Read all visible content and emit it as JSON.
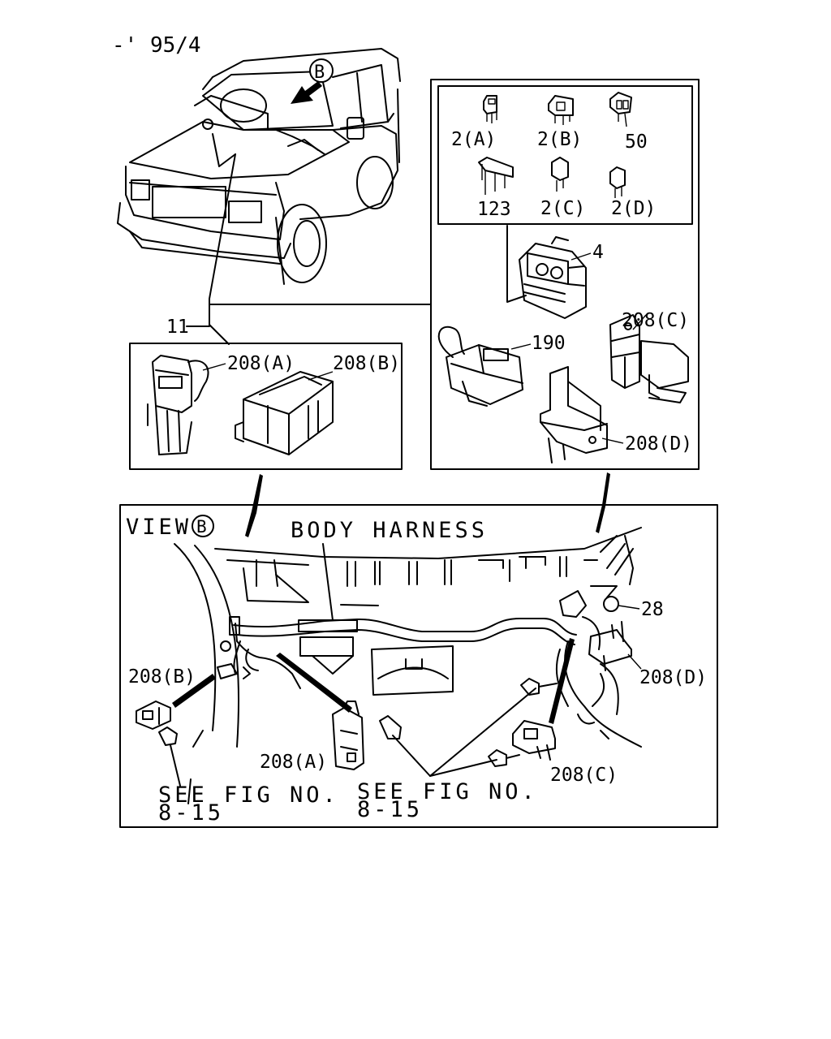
{
  "header_code": "-' 95/4",
  "callout_B": "B",
  "view_label": "VIEW",
  "body_harness": "BODY HARNESS",
  "see_fig_line1": "SEE FIG NO.",
  "see_fig_line2": "8-15",
  "parts": {
    "p11": "11",
    "p2A": "2(A)",
    "p2B": "2(B)",
    "p50": "50",
    "p123": "123",
    "p2C": "2(C)",
    "p2D": "2(D)",
    "p4": "4",
    "p190": "190",
    "p208A": "208(A)",
    "p208B": "208(B)",
    "p208C": "208(C)",
    "p208D": "208(D)",
    "p28": "28"
  }
}
